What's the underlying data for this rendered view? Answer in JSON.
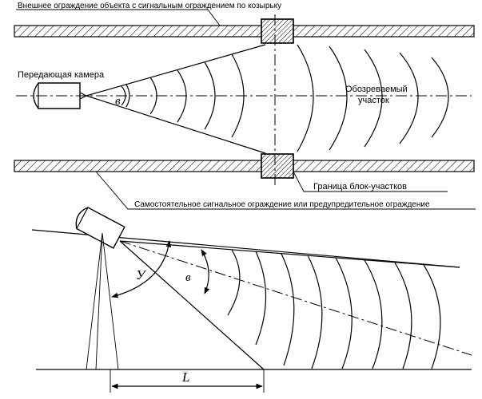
{
  "labels": {
    "top_fence": "Внешнее ограждение объекта с сигнальным ограждением по козырьку",
    "camera": "Передающая камера",
    "area_line1": "Обозреваемый",
    "area_line2": "участок",
    "block_boundary": "Граница блок-участков",
    "bottom_fence": "Самостоятельное сигнальное ограждение или предупредительное ограждение"
  },
  "symbols": {
    "view_angle_top": "в",
    "tilt_angle": "У",
    "view_angle_bottom": "в",
    "distance": "L"
  },
  "colors": {
    "ink": "#000000",
    "background": "#ffffff"
  }
}
